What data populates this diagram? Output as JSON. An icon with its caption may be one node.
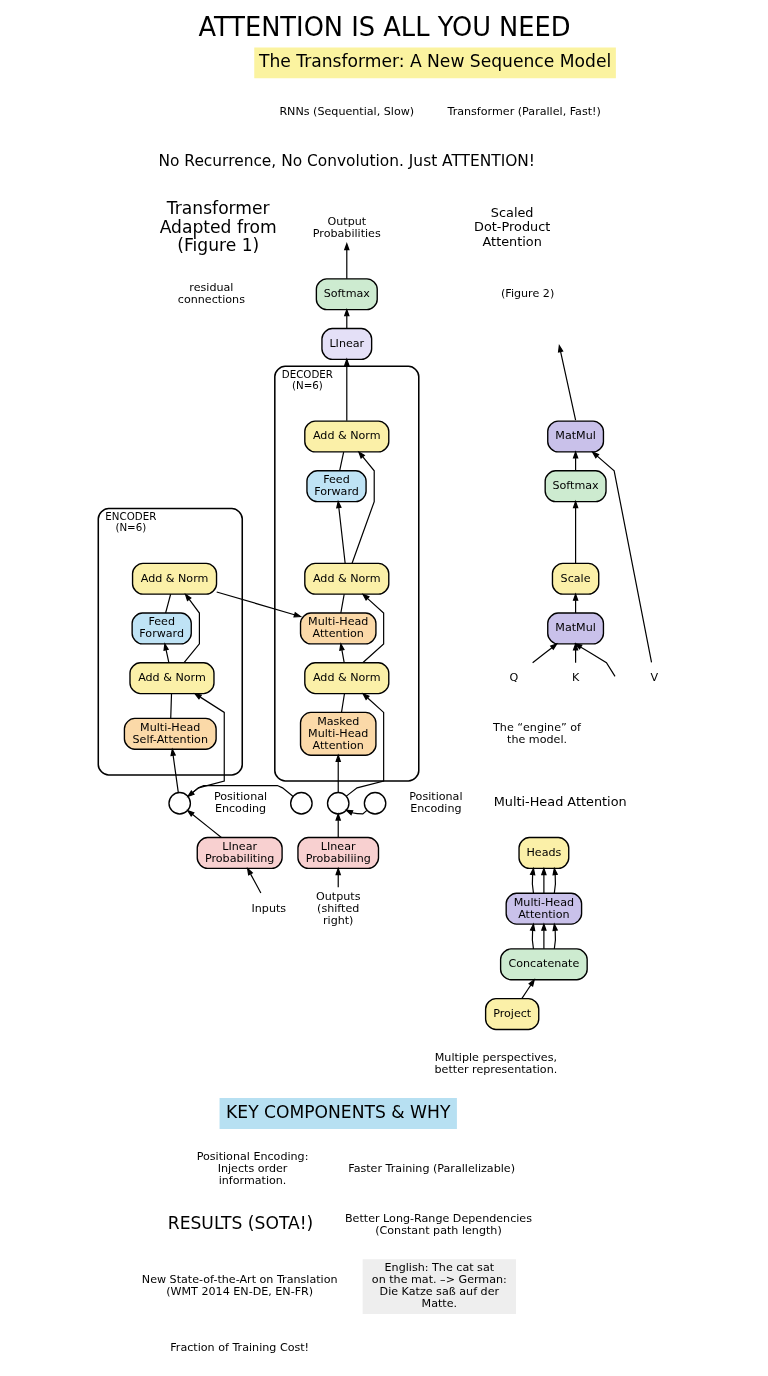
{
  "diagram": {
    "title": "ATTENTION IS ALL YOU NEED",
    "nodes": [
      {
        "text": [
          "ENCODER (N=6)"
        ]
      },
      {
        "text": [
          "Add & Norm"
        ],
        "in": 0
      },
      {
        "text": [
          "Feed Forward"
        ],
        "in": 0
      },
      {
        "text": [
          "Add & Norm"
        ],
        "in": 0
      },
      {
        "text": [
          "Multi-Head Self-Attention"
        ],
        "in": 0
      },
      {
        "text": [
          "DECODER (N=6)"
        ]
      },
      {
        "text": [
          "Add & Norm"
        ],
        "in": 5
      },
      {
        "text": [
          "Feed Forward"
        ],
        "in": 5
      },
      {
        "text": [
          "Add & Norm"
        ],
        "in": 5
      },
      {
        "text": [
          "Multi-Head Attention"
        ],
        "in": 5
      },
      {
        "text": [
          "Add & Norm"
        ],
        "in": 5
      },
      {
        "text": [
          "Masked Multi-Head Attention"
        ],
        "in": 5
      },
      {
        "text": [
          "LInear"
        ]
      },
      {
        "text": [
          "Softmax"
        ]
      },
      {
        "text": [
          "Output Probabilities"
        ]
      },
      {
        "text": [],
        "shape": "circle"
      },
      {
        "text": [],
        "shape": "circle",
        "beside": [
          "Positional Encoding"
        ]
      },
      {
        "text": [
          "LInear Probabiliting"
        ]
      },
      {
        "text": [
          "Inputs"
        ]
      },
      {
        "text": [],
        "shape": "circle"
      },
      {
        "text": [],
        "shape": "circle",
        "beside": [
          "Positional Encoding"
        ]
      },
      {
        "text": [
          "LInear Probabiliing"
        ]
      },
      {
        "text": [
          "Outputs (shifted right)"
        ]
      },
      {
        "text": [
          "MatMul"
        ]
      },
      {
        "text": [
          "Softmax"
        ]
      },
      {
        "text": [
          "Scale"
        ]
      },
      {
        "text": [
          "MatMul"
        ]
      },
      {
        "text": [
          "Q"
        ]
      },
      {
        "text": [
          "K"
        ]
      },
      {
        "text": [
          "V"
        ]
      },
      {
        "text": [
          "Heads"
        ]
      },
      {
        "text": [
          "Multi-Head Attention"
        ]
      },
      {
        "text": [
          "Concatenate"
        ]
      },
      {
        "text": [
          "Project"
        ]
      }
    ],
    "edges": [
      {
        "from": 18,
        "to": 17,
        "arrow": "to"
      },
      {
        "from": 17,
        "to": 15,
        "arrow": "to"
      },
      {
        "from": 16,
        "to": 15,
        "arrow": "to"
      },
      {
        "from": 15,
        "to": 4,
        "arrow": "to"
      },
      {
        "from": 15,
        "to": 3,
        "arrow": "to"
      },
      {
        "from": 4,
        "to": 3,
        "arrow": "none"
      },
      {
        "from": 3,
        "to": 2,
        "arrow": "to"
      },
      {
        "from": 3,
        "to": 1,
        "arrow": "to"
      },
      {
        "from": 2,
        "to": 1,
        "arrow": "none"
      },
      {
        "from": 1,
        "to": 9,
        "arrow": "to"
      },
      {
        "from": 22,
        "to": 21,
        "arrow": "to"
      },
      {
        "from": 21,
        "to": 19,
        "arrow": "to"
      },
      {
        "from": 20,
        "to": 19,
        "arrow": "to"
      },
      {
        "from": 19,
        "to": 11,
        "arrow": "to"
      },
      {
        "from": 19,
        "to": 10,
        "arrow": "to"
      },
      {
        "from": 11,
        "to": 10,
        "arrow": "none"
      },
      {
        "from": 10,
        "to": 9,
        "arrow": "to"
      },
      {
        "from": 10,
        "to": 8,
        "arrow": "to"
      },
      {
        "from": 9,
        "to": 8,
        "arrow": "none"
      },
      {
        "from": 8,
        "to": 7,
        "arrow": "to"
      },
      {
        "from": 8,
        "to": 6,
        "arrow": "to"
      },
      {
        "from": 7,
        "to": 6,
        "arrow": "none"
      },
      {
        "from": 6,
        "to": 12,
        "arrow": "to"
      },
      {
        "from": 12,
        "to": 13,
        "arrow": "to"
      },
      {
        "from": 13,
        "to": 14,
        "arrow": "to"
      },
      {
        "from": 27,
        "to": 26,
        "arrow": "to"
      },
      {
        "from": 28,
        "to": 26,
        "arrow": "to"
      },
      {
        "from": null,
        "to": 26,
        "arrow": "to"
      },
      {
        "from": 29,
        "to": 23,
        "arrow": "to"
      },
      {
        "from": 26,
        "to": 25,
        "arrow": "to"
      },
      {
        "from": 25,
        "to": 24,
        "arrow": "to"
      },
      {
        "from": 24,
        "to": 23,
        "arrow": "to"
      },
      {
        "from": 23,
        "to": null,
        "arrow": "to"
      },
      {
        "from": 33,
        "to": 32,
        "arrow": "to"
      },
      {
        "from": 32,
        "to": 31,
        "arrow": "to"
      },
      {
        "from": 32,
        "to": 31,
        "arrow": "to"
      },
      {
        "from": 32,
        "to": 31,
        "arrow": "to"
      },
      {
        "from": 31,
        "to": 30,
        "arrow": "to"
      },
      {
        "from": 31,
        "to": 30,
        "arrow": "to"
      },
      {
        "from": 31,
        "to": 30,
        "arrow": "to"
      }
    ],
    "labels": [
      "The Transformer: A New Sequence Model",
      "RNNs (Sequential, Slow)",
      "Transformer (Parallel, Fast!)",
      "No Recurrence, No Convolution. Just ATTENTION!",
      "Transformer Adapted from (Figure 1)",
      "residual connections",
      "Scaled Dot-Product Attention",
      "(Figure 2)",
      "The “engine” of the model.",
      "Multi-Head Attention",
      "Multiple perspectives, better representation.",
      "KEY COMPONENTS & WHY",
      "Positional Encoding: Injects order information.",
      "Faster Training (Parallelizable)",
      "Better Long-Range Dependencies (Constant path length)",
      "RESULTS (SOTA!)",
      "New State-of-the-Art on Translation (WMT 2014 EN-DE, EN-FR)",
      "Fraction of Training Cost!",
      "English: The cat sat on the mat. –> German: Die Katze saß auf der Matte."
    ]
  }
}
